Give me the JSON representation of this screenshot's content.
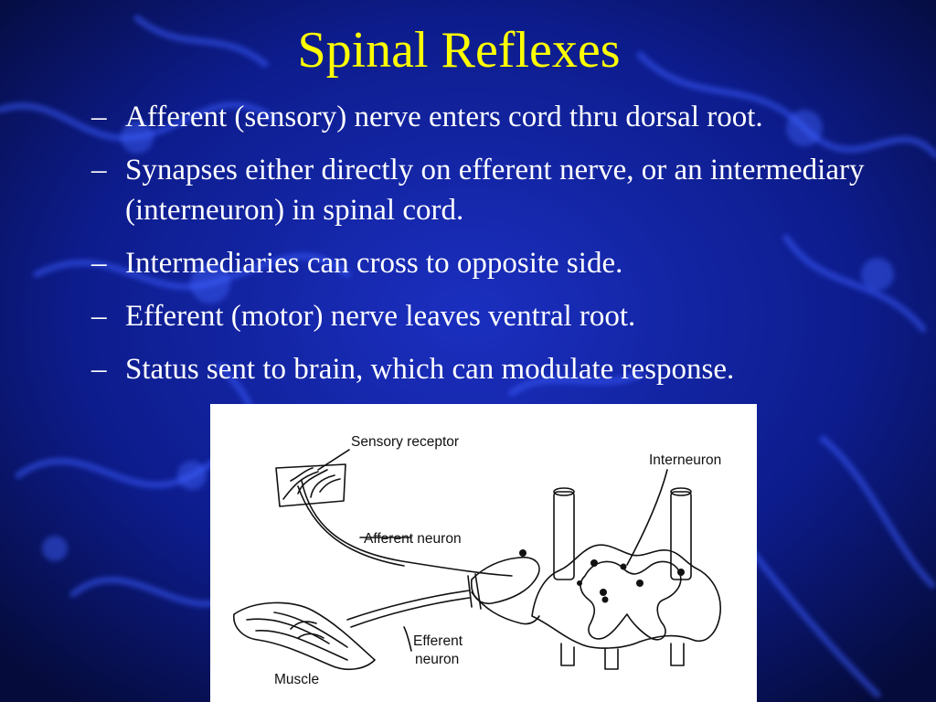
{
  "slide": {
    "title": "Spinal Reflexes",
    "bullets": [
      "Afferent (sensory) nerve enters cord thru dorsal root.",
      "Synapses either directly on efferent nerve, or an intermediary (interneuron) in spinal cord.",
      "Intermediaries can cross to opposite side.",
      "Efferent (motor) nerve leaves ventral root.",
      "Status sent to brain, which can modulate response."
    ],
    "bullet_marker": "–"
  },
  "diagram": {
    "labels": {
      "sensory_receptor": "Sensory receptor",
      "interneuron": "Interneuron",
      "afferent_neuron": "Afferent neuron",
      "efferent_line1": "Efferent",
      "efferent_line2": "neuron",
      "muscle": "Muscle"
    }
  },
  "colors": {
    "background": "#06104a",
    "title": "#ffff00",
    "text": "#ffffff"
  }
}
